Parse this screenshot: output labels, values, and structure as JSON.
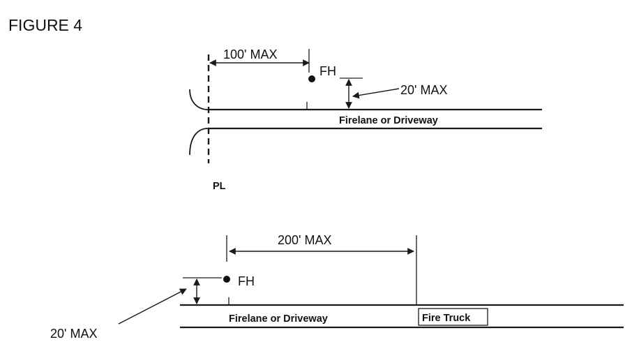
{
  "figure_title": "FIGURE 4",
  "top_diagram": {
    "distance_label": "100' MAX",
    "hydrant_label": "FH",
    "offset_label": "20' MAX",
    "road_label": "Firelane or Driveway",
    "property_line_label": "PL"
  },
  "bottom_diagram": {
    "distance_label": "200' MAX",
    "hydrant_label": "FH",
    "offset_label": "20' MAX",
    "road_label": "Firelane or Driveway",
    "truck_label": "Fire Truck"
  }
}
